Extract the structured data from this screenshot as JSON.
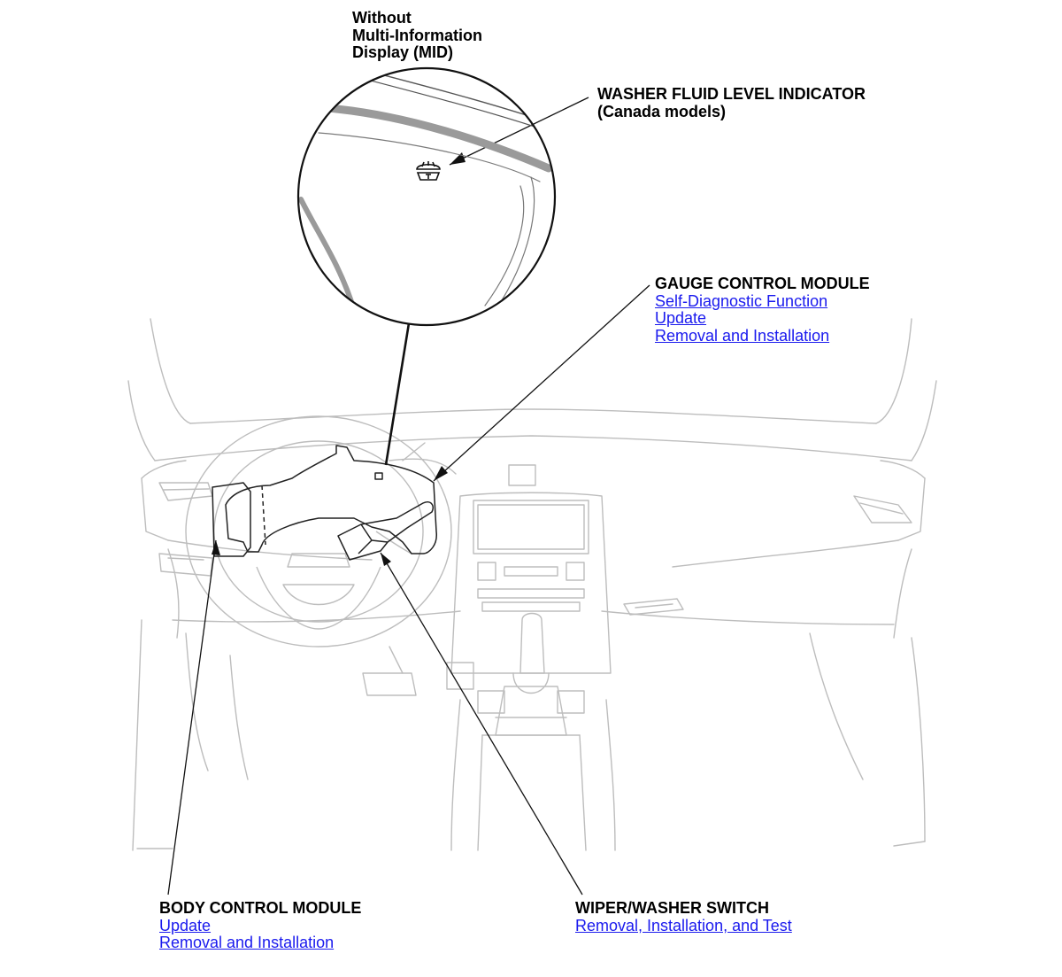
{
  "inset_note": {
    "lines": [
      "Without",
      "Multi-Information",
      "Display (MID)"
    ]
  },
  "callouts": {
    "washer_fluid": {
      "title": "WASHER FLUID LEVEL INDICATOR",
      "subtitle": "(Canada models)"
    },
    "gauge_control_module": {
      "title": "GAUGE CONTROL MODULE",
      "links": [
        "Self-Diagnostic Function",
        "Update",
        "Removal and Installation"
      ]
    },
    "body_control_module": {
      "title": "BODY CONTROL MODULE",
      "links": [
        "Update",
        "Removal and Installation"
      ]
    },
    "wiper_washer_switch": {
      "title": "WIPER/WASHER SWITCH",
      "links": [
        "Removal, Installation, and Test"
      ]
    }
  },
  "icons": {
    "washer_indicator": "washer-fluid-icon"
  },
  "colors": {
    "link": "#1a1aee",
    "text": "#000000",
    "outline": "#bdbdbd",
    "highlight": "#222222"
  }
}
